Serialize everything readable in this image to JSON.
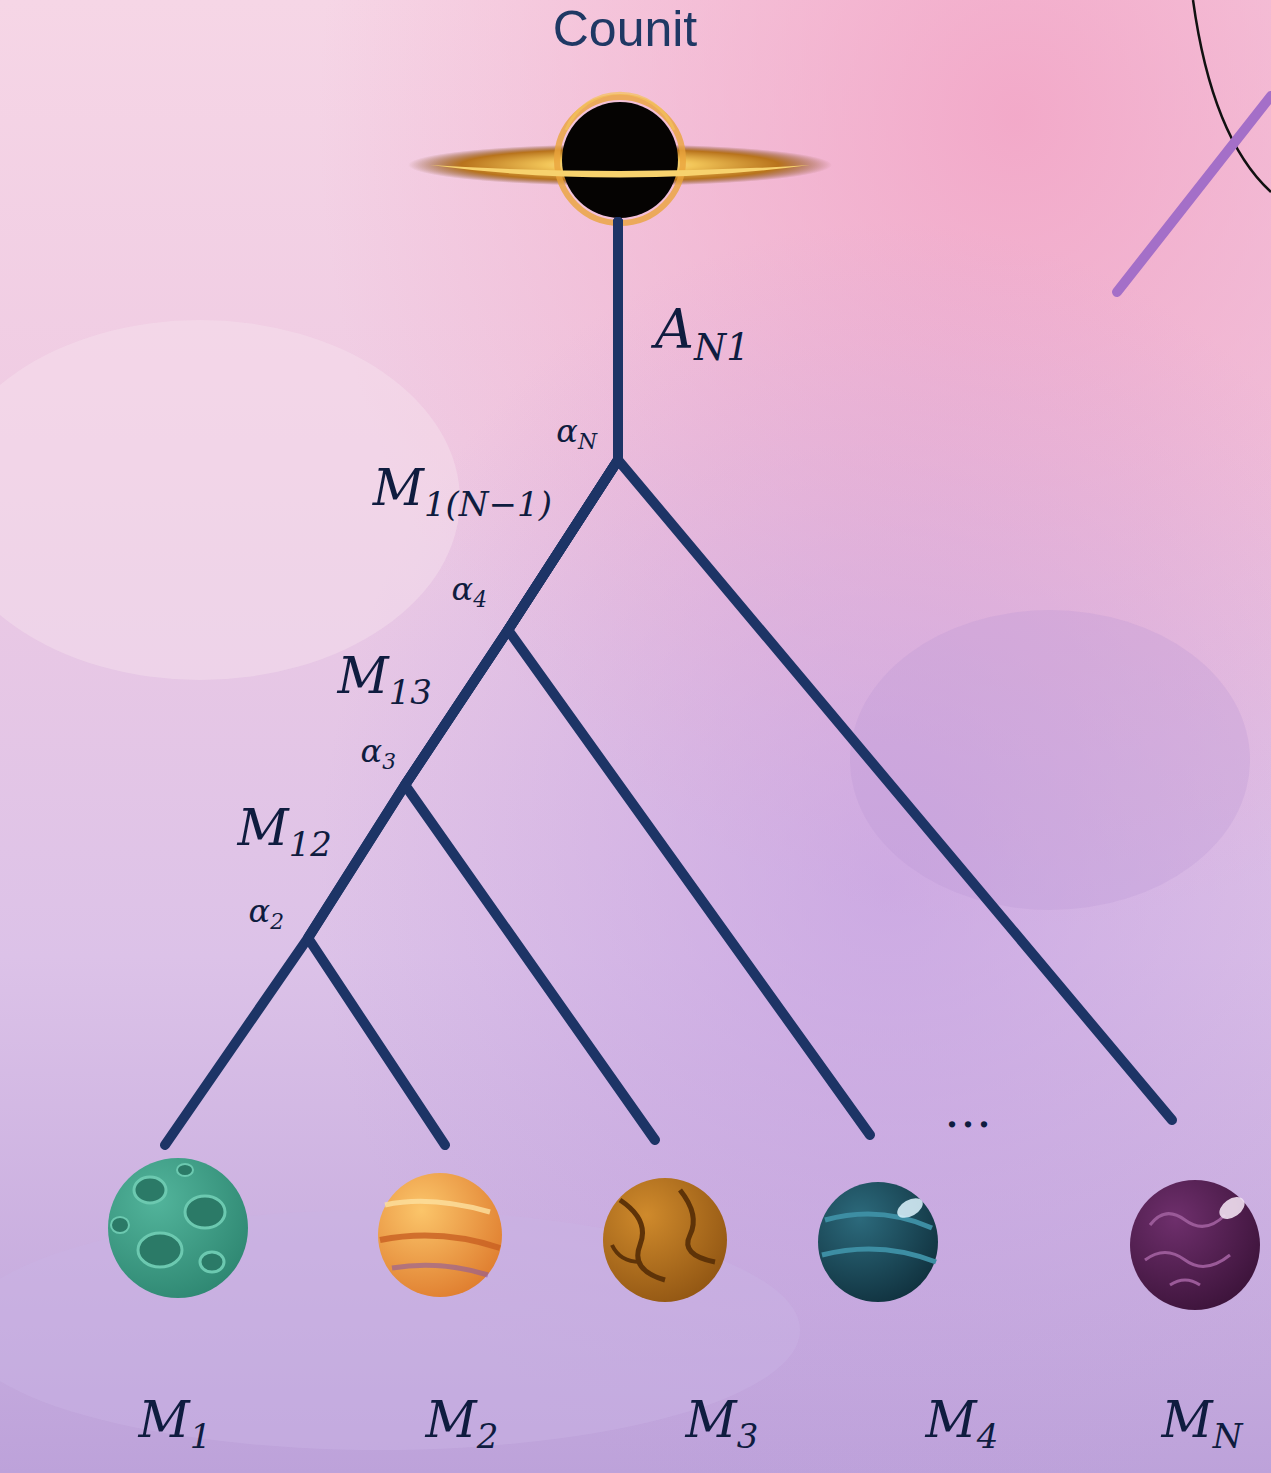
{
  "diagram": {
    "nodes": [
      {
        "text": [
          "Counit"
        ]
      },
      {
        "text": [
          "M1"
        ]
      },
      {
        "text": [
          "M2"
        ]
      },
      {
        "text": [
          "M3"
        ]
      },
      {
        "text": [
          "M4"
        ]
      },
      {
        "text": [
          "MN"
        ]
      }
    ],
    "edges": [
      {
        "from": 1,
        "to": 0,
        "arrow": "none"
      },
      {
        "from": 2,
        "to": 0,
        "arrow": "none"
      },
      {
        "from": 3,
        "to": 0,
        "arrow": "none"
      },
      {
        "from": 4,
        "to": 0,
        "arrow": "none"
      },
      {
        "from": 5,
        "to": 0,
        "arrow": "none"
      }
    ],
    "labels": [
      "AN1",
      "αN",
      "M1(N−1)",
      "α4",
      "M13",
      "α3",
      "M12",
      "α2",
      "…"
    ]
  }
}
